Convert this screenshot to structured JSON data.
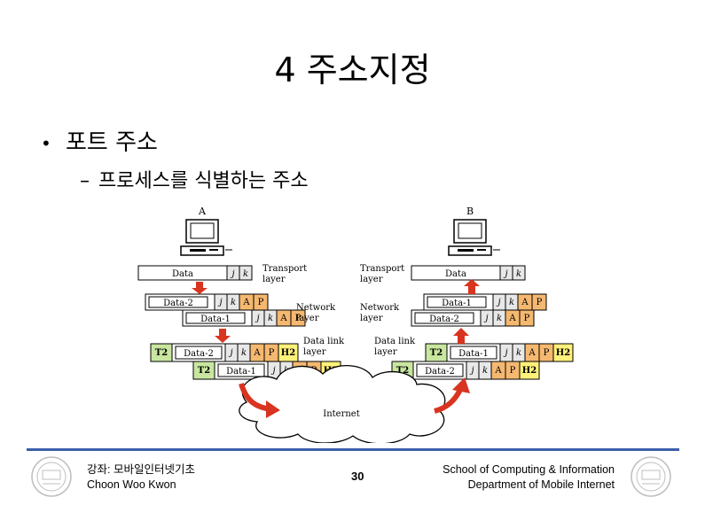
{
  "slide": {
    "title": "4 주소지정",
    "bullet_symbol": "•",
    "bullet": "포트 주소",
    "sub_dash": "–",
    "sub_bullet": "프로세스를 식별하는 주소"
  },
  "figure": {
    "host_a": "A",
    "host_b": "B",
    "transport_layer": [
      "Transport",
      "layer"
    ],
    "network_layer": [
      "Network",
      "layer"
    ],
    "data_link_layer": [
      "Data link",
      "layer"
    ],
    "internet": "Internet",
    "data": "Data",
    "data_1": "Data-1",
    "data_2": "Data-2",
    "j": "j",
    "k": "k",
    "a": "A",
    "p": "P",
    "t2": "T2",
    "h2": "H2",
    "colors": {
      "orange": "#f5b870",
      "green": "#c8e6a0",
      "yellow": "#fff27a",
      "arrow": "#d8341f",
      "grey": "#e8e8e8"
    }
  },
  "footer": {
    "course": "강좌: 모바일인터넷기초",
    "author": "Choon Woo Kwon",
    "page": "30",
    "school": "School of Computing & Information",
    "department": "Department of Mobile Internet"
  }
}
